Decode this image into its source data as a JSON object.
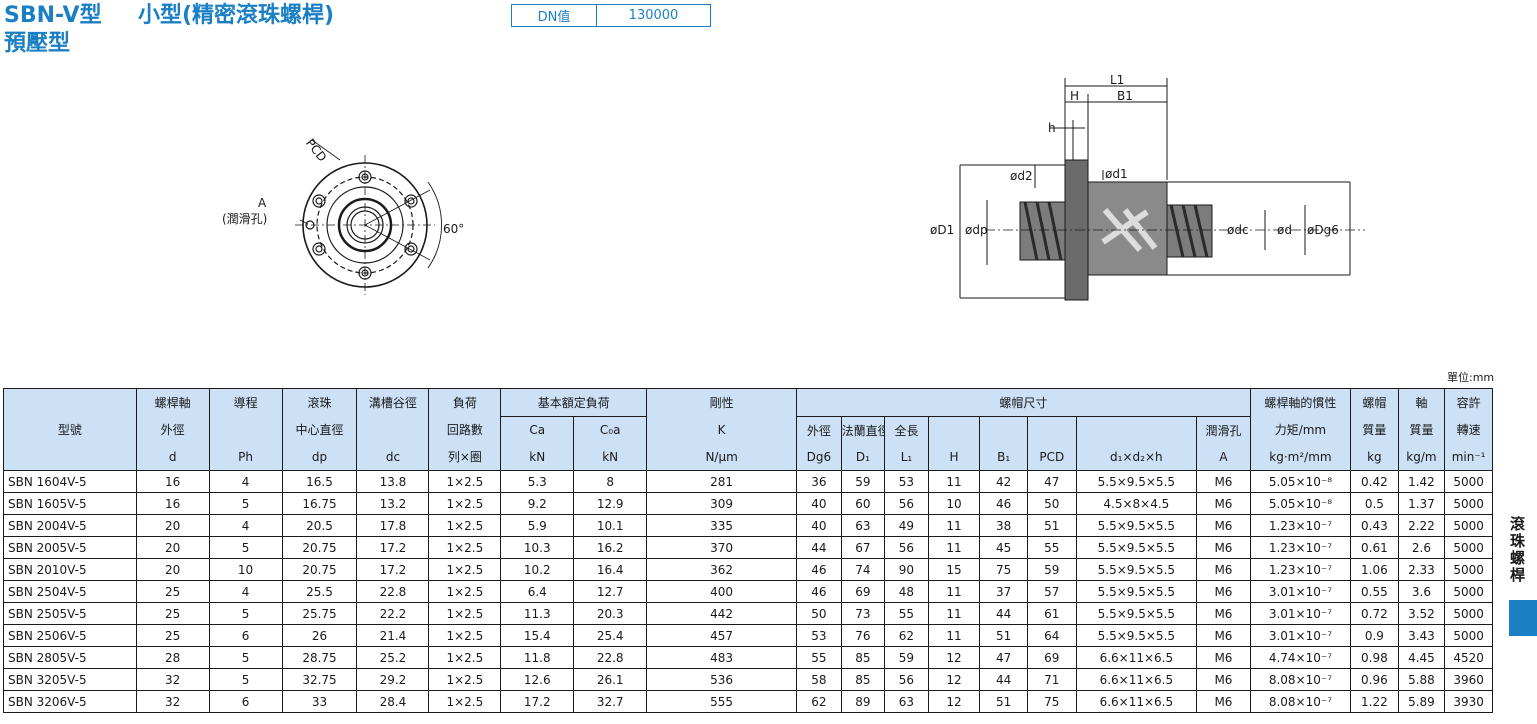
{
  "header": {
    "series": "SBN-V型",
    "name": "小型(精密滾珠螺桿)",
    "subtitle": "預壓型",
    "dn_label": "DN值",
    "dn_value": "130000"
  },
  "unit_note": "單位:mm",
  "side_tab": "滾珠螺桿",
  "drawing_front": {
    "pcd": "PCD",
    "hole_label": "A",
    "hole_name": "(潤滑孔)",
    "angle": "60°"
  },
  "drawing_side": {
    "L1": "L1",
    "H": "H",
    "B1": "B1",
    "h": "h",
    "d2": "ød2",
    "d1": "ød1",
    "D1": "øD1",
    "dp": "ødp",
    "dc": "ødc",
    "d": "ød",
    "Dg6": "øDg6"
  },
  "table": {
    "headers": {
      "model": "型號",
      "shaft_top": "螺桿軸",
      "shaft_mid": "外徑",
      "shaft_unit": "d",
      "lead_top": "導程",
      "lead_unit": "Ph",
      "ball_top": "滾珠",
      "ball_mid": "中心直徑",
      "ball_unit": "dp",
      "groove_top": "溝槽谷徑",
      "groove_unit": "dc",
      "circuit_top": "負荷",
      "circuit_mid": "回路數",
      "circuit_unit": "列×圈",
      "rating_top": "基本額定負荷",
      "ca": "Ca",
      "coa": "C₀a",
      "ca_unit": "kN",
      "coa_unit": "kN",
      "stiff_top": "剛性",
      "stiff_mid": "K",
      "stiff_unit": "N/μm",
      "nut_top": "螺帽尺寸",
      "outer": "外徑",
      "outer_unit": "Dg6",
      "flange": "法蘭直徑",
      "flange_unit": "D₁",
      "length": "全長",
      "length_unit": "L₁",
      "h_unit": "H",
      "b_unit": "B₁",
      "pcd_unit": "PCD",
      "hole_unit": "d₁×d₂×h",
      "lube_mid": "潤滑孔",
      "lube_unit": "A",
      "inertia_top": "螺桿軸的慣性",
      "inertia_mid": "力矩/mm",
      "inertia_unit": "kg·m²/mm",
      "nutmass_top": "螺帽",
      "nutmass_mid": "質量",
      "nutmass_unit": "kg",
      "shaftmass_top": "軸",
      "shaftmass_mid": "質量",
      "shaftmass_unit": "kg/m",
      "speed_top": "容許",
      "speed_mid": "轉速",
      "speed_unit": "min⁻¹"
    },
    "rows": [
      [
        "SBN 1604V-5",
        "16",
        "4",
        "16.5",
        "13.8",
        "1×2.5",
        "5.3",
        "8",
        "281",
        "36",
        "59",
        "53",
        "11",
        "42",
        "47",
        "5.5×9.5×5.5",
        "M6",
        "5.05×10⁻⁸",
        "0.42",
        "1.42",
        "5000"
      ],
      [
        "SBN 1605V-5",
        "16",
        "5",
        "16.75",
        "13.2",
        "1×2.5",
        "9.2",
        "12.9",
        "309",
        "40",
        "60",
        "56",
        "10",
        "46",
        "50",
        "4.5×8×4.5",
        "M6",
        "5.05×10⁻⁸",
        "0.5",
        "1.37",
        "5000"
      ],
      [
        "SBN 2004V-5",
        "20",
        "4",
        "20.5",
        "17.8",
        "1×2.5",
        "5.9",
        "10.1",
        "335",
        "40",
        "63",
        "49",
        "11",
        "38",
        "51",
        "5.5×9.5×5.5",
        "M6",
        "1.23×10⁻⁷",
        "0.43",
        "2.22",
        "5000"
      ],
      [
        "SBN 2005V-5",
        "20",
        "5",
        "20.75",
        "17.2",
        "1×2.5",
        "10.3",
        "16.2",
        "370",
        "44",
        "67",
        "56",
        "11",
        "45",
        "55",
        "5.5×9.5×5.5",
        "M6",
        "1.23×10⁻⁷",
        "0.61",
        "2.6",
        "5000"
      ],
      [
        "SBN 2010V-5",
        "20",
        "10",
        "20.75",
        "17.2",
        "1×2.5",
        "10.2",
        "16.4",
        "362",
        "46",
        "74",
        "90",
        "15",
        "75",
        "59",
        "5.5×9.5×5.5",
        "M6",
        "1.23×10⁻⁷",
        "1.06",
        "2.33",
        "5000"
      ],
      [
        "SBN 2504V-5",
        "25",
        "4",
        "25.5",
        "22.8",
        "1×2.5",
        "6.4",
        "12.7",
        "400",
        "46",
        "69",
        "48",
        "11",
        "37",
        "57",
        "5.5×9.5×5.5",
        "M6",
        "3.01×10⁻⁷",
        "0.55",
        "3.6",
        "5000"
      ],
      [
        "SBN 2505V-5",
        "25",
        "5",
        "25.75",
        "22.2",
        "1×2.5",
        "11.3",
        "20.3",
        "442",
        "50",
        "73",
        "55",
        "11",
        "44",
        "61",
        "5.5×9.5×5.5",
        "M6",
        "3.01×10⁻⁷",
        "0.72",
        "3.52",
        "5000"
      ],
      [
        "SBN 2506V-5",
        "25",
        "6",
        "26",
        "21.4",
        "1×2.5",
        "15.4",
        "25.4",
        "457",
        "53",
        "76",
        "62",
        "11",
        "51",
        "64",
        "5.5×9.5×5.5",
        "M6",
        "3.01×10⁻⁷",
        "0.9",
        "3.43",
        "5000"
      ],
      [
        "SBN 2805V-5",
        "28",
        "5",
        "28.75",
        "25.2",
        "1×2.5",
        "11.8",
        "22.8",
        "483",
        "55",
        "85",
        "59",
        "12",
        "47",
        "69",
        "6.6×11×6.5",
        "M6",
        "4.74×10⁻⁷",
        "0.98",
        "4.45",
        "4520"
      ],
      [
        "SBN 3205V-5",
        "32",
        "5",
        "32.75",
        "29.2",
        "1×2.5",
        "12.6",
        "26.1",
        "536",
        "58",
        "85",
        "56",
        "12",
        "44",
        "71",
        "6.6×11×6.5",
        "M6",
        "8.08×10⁻⁷",
        "0.96",
        "5.88",
        "3960"
      ],
      [
        "SBN 3206V-5",
        "32",
        "6",
        "33",
        "28.4",
        "1×2.5",
        "17.2",
        "32.7",
        "555",
        "62",
        "89",
        "63",
        "12",
        "51",
        "75",
        "6.6×11×6.5",
        "M6",
        "8.08×10⁻⁷",
        "1.22",
        "5.89",
        "3930"
      ]
    ]
  }
}
